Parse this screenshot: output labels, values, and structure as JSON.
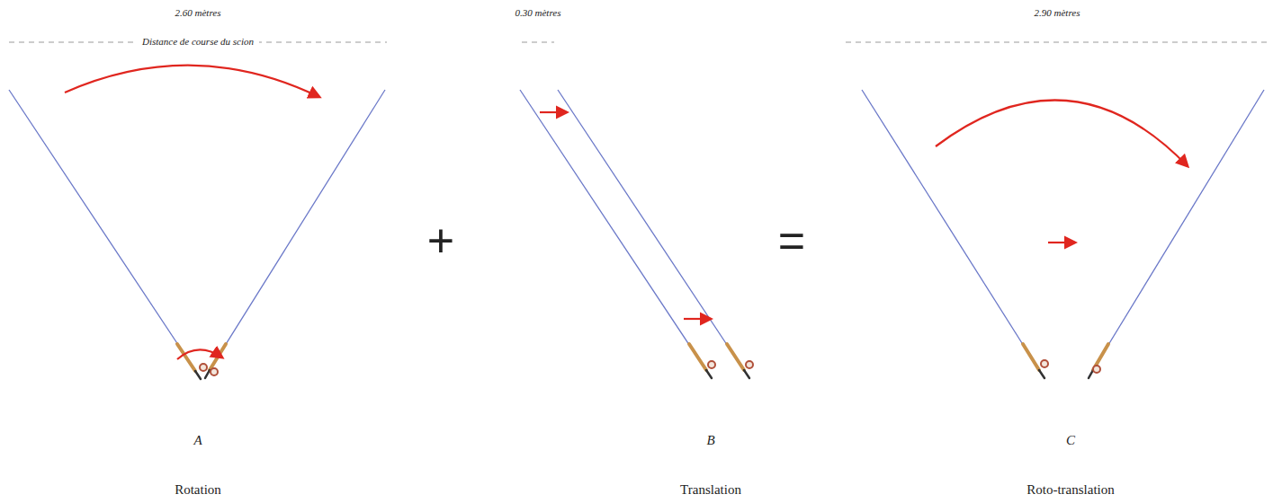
{
  "diagram": {
    "labels": [
      "2.60 mètres",
      "Distance de course du scion",
      "0.30 mètres",
      "2.90 mètres",
      "+",
      "=",
      "A",
      "B",
      "C",
      "Rotation",
      "Translation",
      "Roto-translation"
    ]
  }
}
